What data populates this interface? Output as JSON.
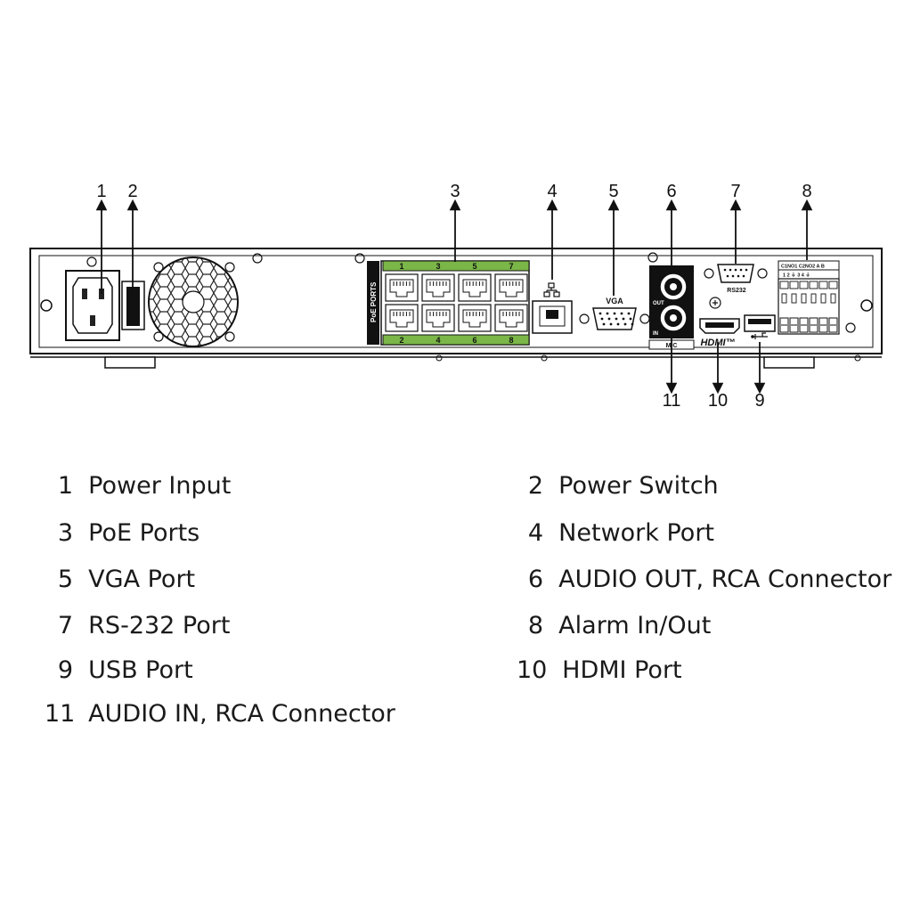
{
  "callouts": [
    {
      "num": "1",
      "label": "Power Input"
    },
    {
      "num": "2",
      "label": "Power Switch"
    },
    {
      "num": "3",
      "label": "PoE Ports"
    },
    {
      "num": "4",
      "label": "Network Port"
    },
    {
      "num": "5",
      "label": "VGA Port"
    },
    {
      "num": "6",
      "label": "AUDIO OUT, RCA Connector"
    },
    {
      "num": "7",
      "label": "RS-232 Port"
    },
    {
      "num": "8",
      "label": "Alarm In/Out"
    },
    {
      "num": "9",
      "label": "USB Port"
    },
    {
      "num": "10",
      "label": "HDMI Port"
    },
    {
      "num": "11",
      "label": "AUDIO IN, RCA Connector"
    }
  ],
  "panel": {
    "poe_label": "PoE PORTS",
    "poe_top_numbers": [
      "1",
      "3",
      "5",
      "7"
    ],
    "poe_bottom_numbers": [
      "2",
      "4",
      "6",
      "8"
    ],
    "vga_label": "VGA",
    "audio_out_label": "OUT",
    "audio_in_label": "IN",
    "mic_label": "MIC",
    "rs232_label": "RS232",
    "hdmi_label": "HDMI™",
    "alarm_header": "C1NO1 C2NO2  A  B",
    "alarm_subheader": "1  2  ⏚  3  4  ⏚",
    "poe_green": "#7ab648",
    "outline_color": "#1a1a1a"
  }
}
